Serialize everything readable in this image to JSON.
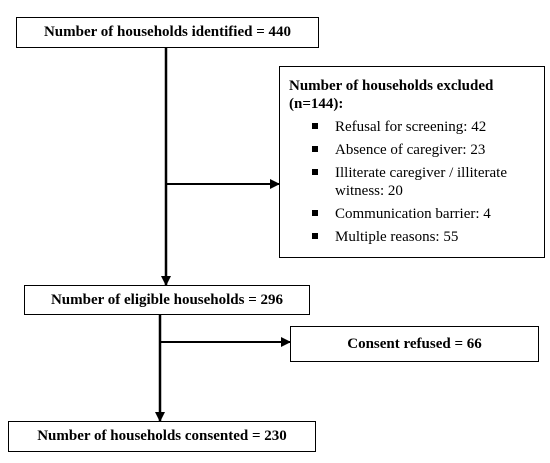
{
  "boxes": {
    "identified": "Number of households identified = 440",
    "excluded": {
      "title": "Number of households excluded (n=144):",
      "items": [
        "Refusal for screening: 42",
        "Absence of caregiver: 23",
        "Illiterate caregiver / illiterate witness: 20",
        "Communication barrier: 4",
        "Multiple reasons: 55"
      ]
    },
    "eligible": "Number of eligible households = 296",
    "refused": "Consent refused = 66",
    "consented": "Number of households consented = 230"
  },
  "colors": {
    "line": "#000000",
    "box_border": "#000000",
    "background": "#ffffff"
  }
}
